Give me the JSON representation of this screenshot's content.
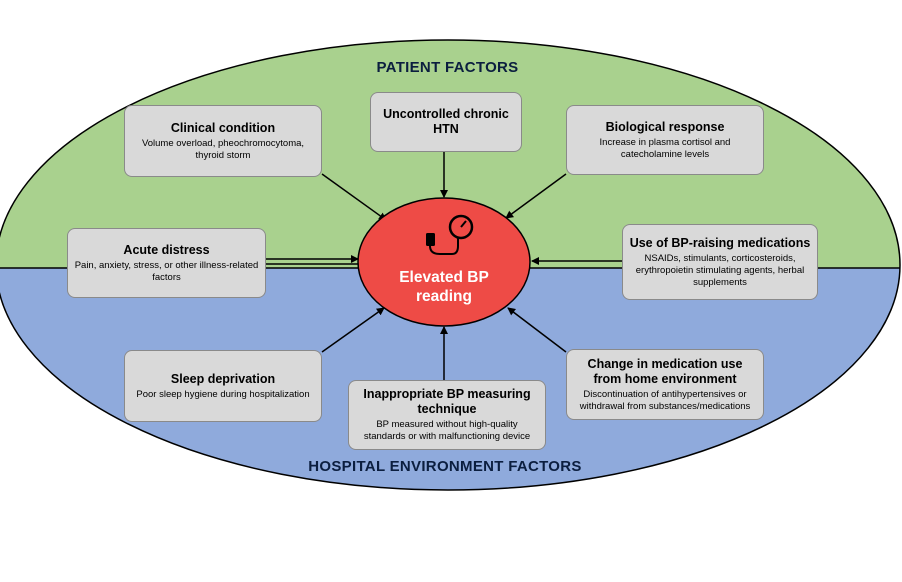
{
  "sections": {
    "top": "PATIENT FACTORS",
    "bottom": "HOSPITAL ENVIRONMENT FACTORS"
  },
  "center": {
    "line1": "Elevated BP",
    "line2": "reading",
    "icon": "blood-pressure-gauge-icon"
  },
  "factors": [
    {
      "title": "Clinical condition",
      "desc": "Volume overload, pheochromocytoma, thyroid storm"
    },
    {
      "title": "Uncontrolled chronic HTN",
      "desc": ""
    },
    {
      "title": "Biological response",
      "desc": "Increase in plasma cortisol and catecholamine levels"
    },
    {
      "title": "Acute distress",
      "desc": "Pain, anxiety, stress, or other illness-related factors"
    },
    {
      "title": "Use of BP-raising medications",
      "desc": "NSAIDs, stimulants, corticosteroids, erythropoietin stimulating agents, herbal supplements"
    },
    {
      "title": "Sleep deprivation",
      "desc": "Poor sleep hygiene during hospitalization"
    },
    {
      "title": "Inappropriate BP measuring technique",
      "desc": "BP measured without high-quality standards or with malfunctioning device"
    },
    {
      "title": "Change in medication use from home environment",
      "desc": "Discontinuation of antihypertensives or withdrawal from substances/medications"
    }
  ],
  "colors": {
    "patient_region": "#a9d18e",
    "hospital_region": "#8faadc",
    "center_fill": "#ee4b46",
    "box_fill": "#d9d9d9"
  }
}
